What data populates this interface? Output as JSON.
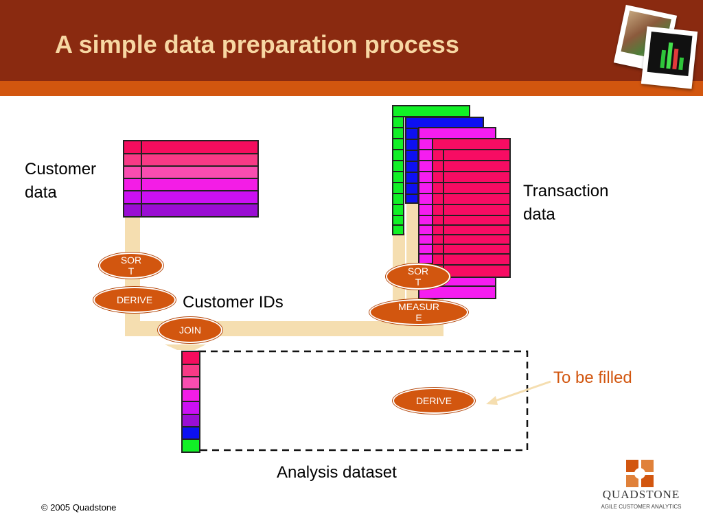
{
  "slide": {
    "title": "A simple data preparation process",
    "footer": "© 2005 Quadstone"
  },
  "labels": {
    "customer_data": "Customer\ndata",
    "transaction_data": "Transaction\ndata",
    "customer_ids": "Customer IDs",
    "analysis_dataset": "Analysis dataset",
    "to_be_filled": "To be filled"
  },
  "steps": {
    "sort_customer": "SOR\nT",
    "derive_customer": "DERIVE",
    "join": "JOIN",
    "sort_transaction": "SOR\nT",
    "measure": "MEASUR\nE",
    "derive_analysis": "DERIVE"
  },
  "logo": {
    "name": "QUADSTONE",
    "tagline": "AGILE CUSTOMER ANALYTICS"
  },
  "colors": {
    "header": "#8a2a10",
    "stripe": "#d2560f",
    "title": "#f7d7a3",
    "oval": "#d2560f",
    "flow": "#f5deb0",
    "highlight": "#d2560f"
  }
}
